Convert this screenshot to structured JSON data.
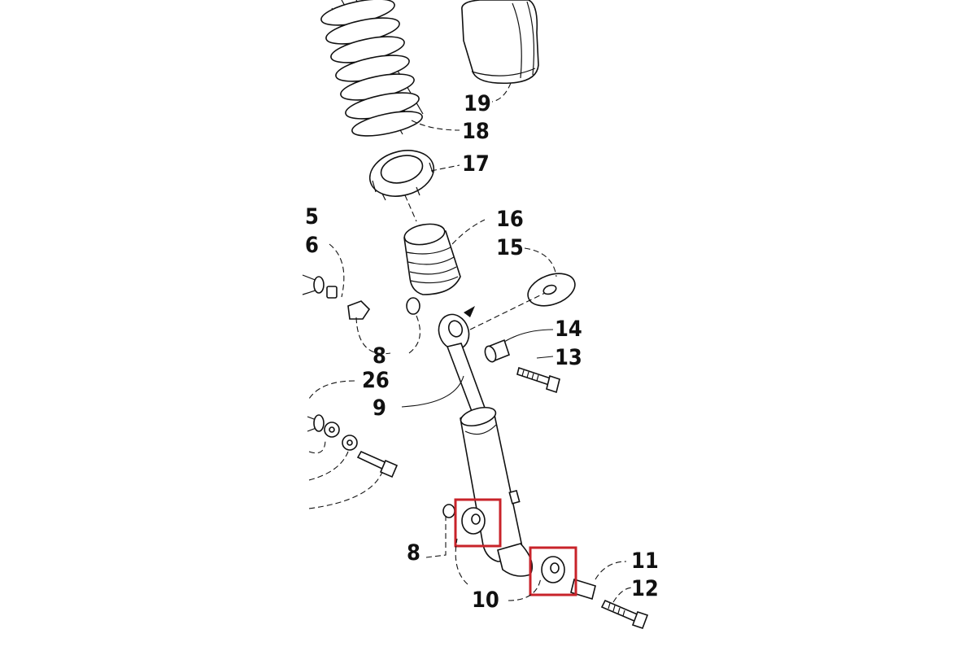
{
  "diagram": {
    "callouts": [
      {
        "id": "c19",
        "text": "19"
      },
      {
        "id": "c18",
        "text": "18"
      },
      {
        "id": "c17",
        "text": "17"
      },
      {
        "id": "c16",
        "text": "16"
      },
      {
        "id": "c15",
        "text": "15"
      },
      {
        "id": "c5",
        "text": "5"
      },
      {
        "id": "c6",
        "text": "6"
      },
      {
        "id": "c8a",
        "text": "8"
      },
      {
        "id": "c14",
        "text": "14"
      },
      {
        "id": "c13",
        "text": "13"
      },
      {
        "id": "c26",
        "text": "26"
      },
      {
        "id": "c9",
        "text": "9"
      },
      {
        "id": "c8b",
        "text": "8"
      },
      {
        "id": "c10",
        "text": "10"
      },
      {
        "id": "c11",
        "text": "11"
      },
      {
        "id": "c12",
        "text": "12"
      }
    ],
    "highlight_color": "#c8232a"
  }
}
